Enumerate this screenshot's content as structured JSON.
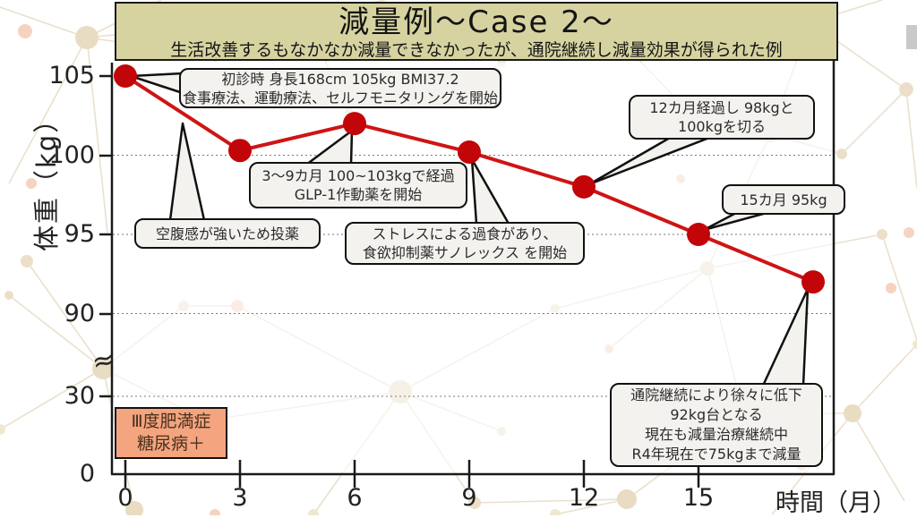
{
  "title": {
    "main": "減量例～Case 2～",
    "subtitle": "生活改善するもなかなか減量できなかったが、通院継続し減量効果が得られた例"
  },
  "axes": {
    "y_label": "体重（kg）",
    "x_label": "時間（月）",
    "y_ticks": [
      "105",
      "100",
      "95",
      "90",
      "30",
      "0"
    ],
    "x_ticks": [
      "0",
      "3",
      "6",
      "9",
      "12",
      "15"
    ],
    "break_symbol": "≈"
  },
  "chart_data": {
    "type": "line",
    "title": "減量例～Case 2～",
    "xlabel": "時間（月）",
    "ylabel": "体重（kg）",
    "series": [
      {
        "name": "体重",
        "x": [
          0,
          3,
          6,
          9,
          12,
          15,
          18
        ],
        "y": [
          105,
          100.3,
          102,
          100.2,
          98,
          95,
          92
        ]
      }
    ],
    "xlim": [
      0,
      18.5
    ],
    "ylim_upper_segment": [
      90,
      105
    ],
    "axis_break": true,
    "lower_segment_ticks": [
      30,
      0
    ],
    "gridlines_at": [
      100,
      95,
      90
    ],
    "grid_style": "dotted",
    "legend": "none",
    "line_color": "#cf1414",
    "marker_color": "#c20508"
  },
  "callouts": {
    "initial": {
      "lines": [
        "初診時 身長168cm 105kg BMI37.2",
        "食事療法、運動療法、セルフモニタリングを開始"
      ]
    },
    "glp": {
      "lines": [
        "3～9カ月 100~103kgで経過",
        "GLP-1作動薬を開始"
      ]
    },
    "hunger": {
      "lines": [
        "空腹感が強いため投薬"
      ]
    },
    "stress": {
      "lines": [
        "ストレスによる過食があり、",
        "食欲抑制薬サノレックス を開始"
      ]
    },
    "twelve": {
      "lines": [
        "12カ月経過し 98kgと",
        "100kgを切る"
      ]
    },
    "fifteen": {
      "lines": [
        "15カ月 95kg"
      ]
    },
    "continue": {
      "lines": [
        "通院継続により徐々に低下",
        "92kg台となる",
        "現在も減量治療継続中",
        "R4年現在で75kgまで減量"
      ]
    }
  },
  "patient_box": {
    "line1": "Ⅲ度肥満症",
    "line2": "糖尿病＋"
  },
  "colors": {
    "title_bg": "#d6d3a1",
    "callout_bg": "#f4f2ee",
    "patient_bg": "#f4a47e",
    "line": "#cf1414",
    "marker": "#c20508"
  }
}
